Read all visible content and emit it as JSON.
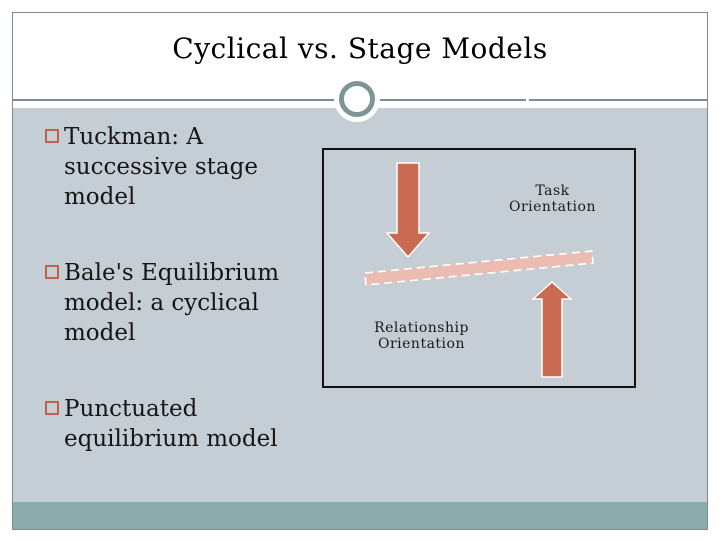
{
  "slide": {
    "title": "Cyclical vs. Stage Models",
    "bullets": [
      "Tuckman: A successive stage model",
      "Bale's Equilibrium model: a cyclical model",
      "Punctuated equilibrium model"
    ],
    "diagram": {
      "task_label": "Task Orientation",
      "relationship_label": "Relationship Orientation"
    },
    "colors": {
      "content_background": "#C5CED4",
      "footer_band": "#8BACAB",
      "frame_border": "#7E8E90",
      "circle_ring": "#7D9595",
      "arrow_fill": "#CB6A52",
      "bar_fill": "#EBBCB1",
      "bullet_marker_border": "#BF6150",
      "diagram_border": "#111111"
    }
  }
}
